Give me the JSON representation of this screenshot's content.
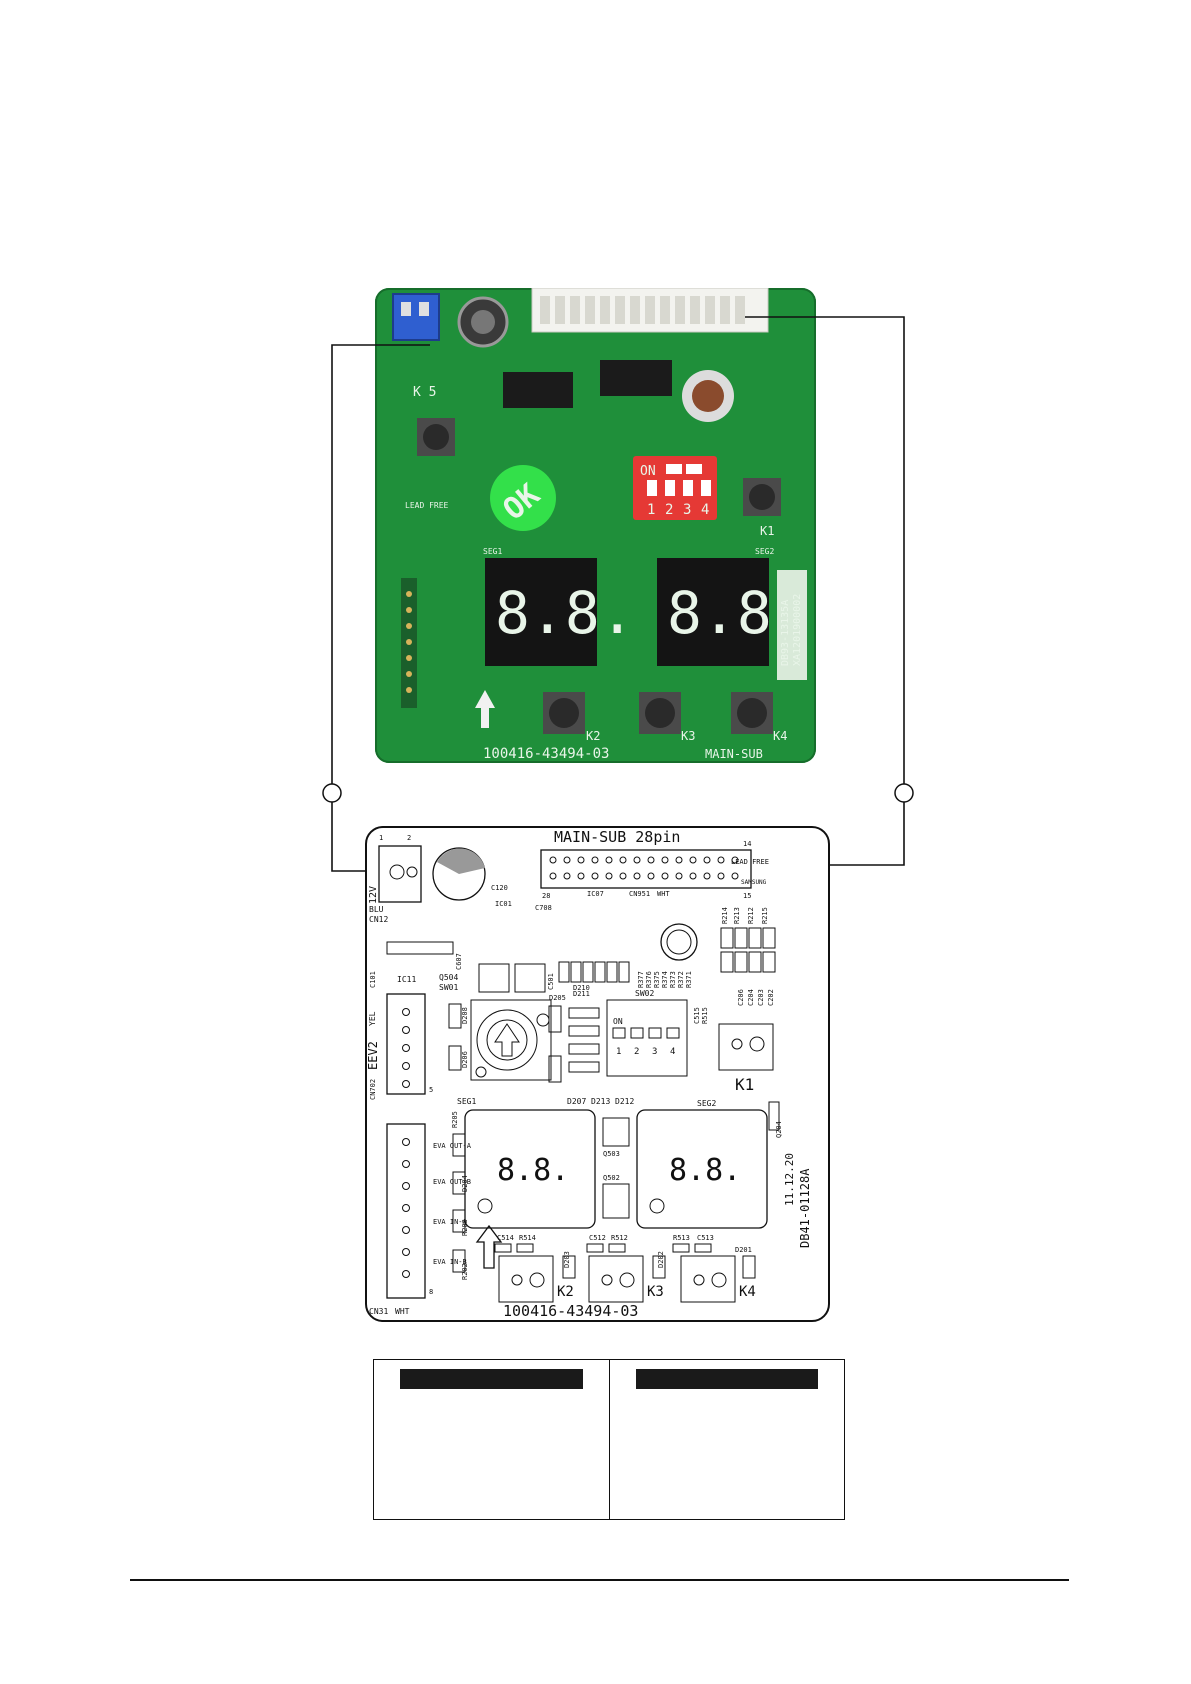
{
  "photo": {
    "dip_on_label": "ON",
    "dip_numbers": [
      "1",
      "2",
      "3",
      "4"
    ],
    "ok_sticker": "OK",
    "lead_free": "LEAD FREE",
    "k5": "K 5",
    "k1": "K1",
    "k2": "K2",
    "k3": "K3",
    "k4": "K4",
    "part_number": "DB93-13135A",
    "serial": "XA1201900002",
    "bottom_text": "100416-43494-03",
    "main_sub": "MAIN-SUB",
    "seg1": "SEG1",
    "seg2": "SEG2",
    "display_digits": "8.8."
  },
  "drawing": {
    "title": "MAIN-SUB 28pin",
    "pin_14": "14",
    "pin_15": "15",
    "pin_28": "28",
    "pin_1": "1",
    "pin_2": "2",
    "v12": "12V",
    "blu": "BLU",
    "cn12": "CN12",
    "c120": "C120",
    "ic01": "IC01",
    "c708": "C708",
    "ic07": "IC07",
    "cn951": "CN951",
    "wht": "WHT",
    "lead_free": "LEAD FREE",
    "samsung": "SAMSUNG",
    "r214": "R214",
    "r213": "R213",
    "r212": "R212",
    "r215": "R215",
    "c607": "C607",
    "c101": "C101",
    "ic11": "IC11",
    "q504": "Q504",
    "sw01": "SW01",
    "c501": "C501",
    "r377": "R377",
    "r376": "R376",
    "r375": "R375",
    "r374": "R374",
    "r373": "R373",
    "r372": "R372",
    "r371": "R371",
    "c206": "C206",
    "c204": "C204",
    "c203": "C203",
    "c202": "C202",
    "yel": "YEL",
    "eev2": "EEV2",
    "cn702": "CN702",
    "d208": "D208",
    "d206": "D206",
    "d205": "D205",
    "d211": "D211",
    "d210": "D210",
    "sw02": "SW02",
    "c515": "C515",
    "r515": "R515",
    "on": "ON",
    "dip_numbers": [
      "1",
      "2",
      "3",
      "4"
    ],
    "k1": "K1",
    "pin_5": "5",
    "r205": "R205",
    "seg1": "SEG1",
    "d207": "D207",
    "d213": "D213",
    "d212": "D212",
    "seg2": "SEG2",
    "q204": "Q204",
    "q503": "Q503",
    "q502": "Q502",
    "date": "11.12.20",
    "part_number": "DB41-01128A",
    "eva_out_a": "EVA OUT-A",
    "eva_out_b": "EVA OUT-B",
    "eva_in_a": "EVA IN-A",
    "eva_in_b": "EVA IN-B",
    "d204": "D204",
    "r203": "R203",
    "r202": "R202",
    "c514": "C514",
    "r514": "R514",
    "d203": "D203",
    "c512": "C512",
    "r512": "R512",
    "d202": "D202",
    "r513": "R513",
    "c513": "C513",
    "d201": "D201",
    "k2": "K2",
    "k3": "K3",
    "k4": "K4",
    "cn31": "CN31",
    "wht2": "WHT",
    "pin_8": "8",
    "bottom_text": "100416-43494-03"
  },
  "table": {
    "left_header": "",
    "right_header": ""
  }
}
